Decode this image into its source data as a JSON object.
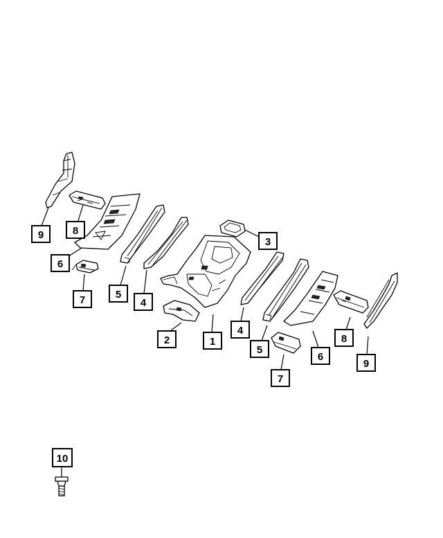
{
  "callouts": [
    {
      "id": "c9a",
      "label": "9"
    },
    {
      "id": "c8a",
      "label": "8"
    },
    {
      "id": "c6a",
      "label": "6"
    },
    {
      "id": "c7a",
      "label": "7"
    },
    {
      "id": "c5a",
      "label": "5"
    },
    {
      "id": "c4a",
      "label": "4"
    },
    {
      "id": "c3",
      "label": "3"
    },
    {
      "id": "c2",
      "label": "2"
    },
    {
      "id": "c1",
      "label": "1"
    },
    {
      "id": "c4b",
      "label": "4"
    },
    {
      "id": "c5b",
      "label": "5"
    },
    {
      "id": "c6b",
      "label": "6"
    },
    {
      "id": "c8b",
      "label": "8"
    },
    {
      "id": "c9b",
      "label": "9"
    },
    {
      "id": "c7b",
      "label": "7"
    },
    {
      "id": "c10",
      "label": "10"
    }
  ]
}
